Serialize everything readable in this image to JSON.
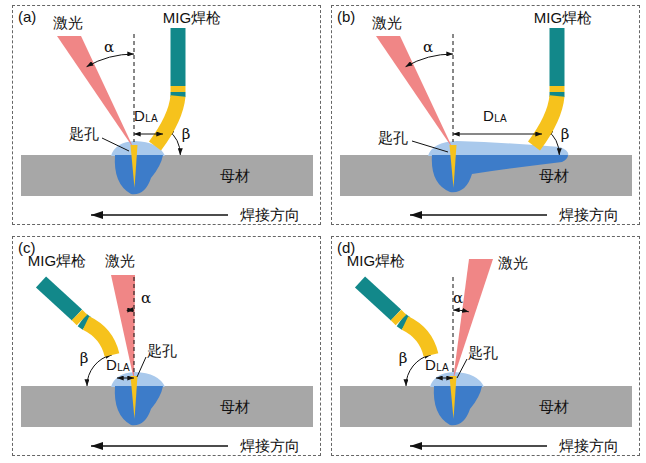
{
  "diagram": {
    "nodes": [
      {
        "text": [
          "(a)"
        ]
      },
      {
        "text": [
          "母材"
        ],
        "in": 0
      },
      {
        "text": [
          "(b)"
        ]
      },
      {
        "text": [
          "母材"
        ],
        "in": 2
      },
      {
        "text": [
          "(c)"
        ]
      },
      {
        "text": [
          "母材"
        ],
        "in": 4
      },
      {
        "text": [
          "(d)"
        ]
      },
      {
        "text": [
          "母材"
        ],
        "in": 6
      }
    ],
    "labels": [
      "激光",
      "α",
      "MIG焊枪",
      "D",
      "LA",
      "β",
      "匙孔",
      "焊接方向",
      "激光",
      "α",
      "MIG焊枪",
      "D",
      "LA",
      "β",
      "匙孔",
      "焊接方向",
      "激光",
      "α",
      "MIG焊枪",
      "D",
      "LA",
      "β",
      "匙孔",
      "焊接方向",
      "激光",
      "α",
      "MIG焊枪",
      "D",
      "LA",
      "β",
      "匙孔",
      "焊接方向"
    ]
  }
}
